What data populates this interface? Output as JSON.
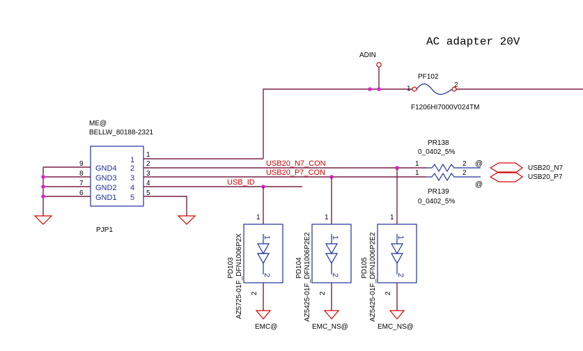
{
  "header": {
    "title": "AC adapter 20V"
  },
  "connector": {
    "option": "ME@",
    "part": "BELLW_80188-2321",
    "ref": "PJP1",
    "outer_pins": [
      "9",
      "8",
      "7",
      "6"
    ],
    "right_pins": [
      "1",
      "2",
      "3",
      "4",
      "5"
    ],
    "inner_pins": [
      "1",
      "2",
      "3",
      "4",
      "5"
    ],
    "gnd_labels": [
      "GND4",
      "GND3",
      "GND2",
      "GND1"
    ]
  },
  "adin": {
    "label": "ADIN"
  },
  "fuse": {
    "ref": "PF102",
    "part": "F1206HI7000V024TM",
    "pin1": "1",
    "pin2": "2"
  },
  "nets": {
    "n7": "USB20_N7_CON",
    "p7": "USB20_P7_CON",
    "id": "USB_ID"
  },
  "resistors": [
    {
      "ref": "PR138",
      "value": "0_0402_5%",
      "pin1": "1",
      "pin2": "2",
      "mark": "@"
    },
    {
      "ref": "PR139",
      "value": "0_0402_5%",
      "pin1": "1",
      "pin2": "2",
      "mark": "@"
    }
  ],
  "offpage": [
    "USB20_N7",
    "USB20_P7"
  ],
  "diodes": [
    {
      "ref": "PD103",
      "part": "AZ5725-01F_DFN1006P2X",
      "pin_top": "1",
      "pin_inner_top": "1",
      "pin_inner_bot": "2",
      "pin_bot": "2",
      "gnd": "EMC@"
    },
    {
      "ref": "PD104",
      "part": "AZ5425-01F_DFN1006P2E2",
      "pin_top": "1",
      "pin_inner_top": "1",
      "pin_inner_bot": "2",
      "pin_bot": "2",
      "gnd": "EMC_NS@"
    },
    {
      "ref": "PD105",
      "part": "AZ5425-01F_DFN1006P2E2",
      "pin_top": "1",
      "pin_inner_top": "1",
      "pin_inner_bot": "2",
      "pin_bot": "2",
      "gnd": "EMC_NS@"
    }
  ]
}
